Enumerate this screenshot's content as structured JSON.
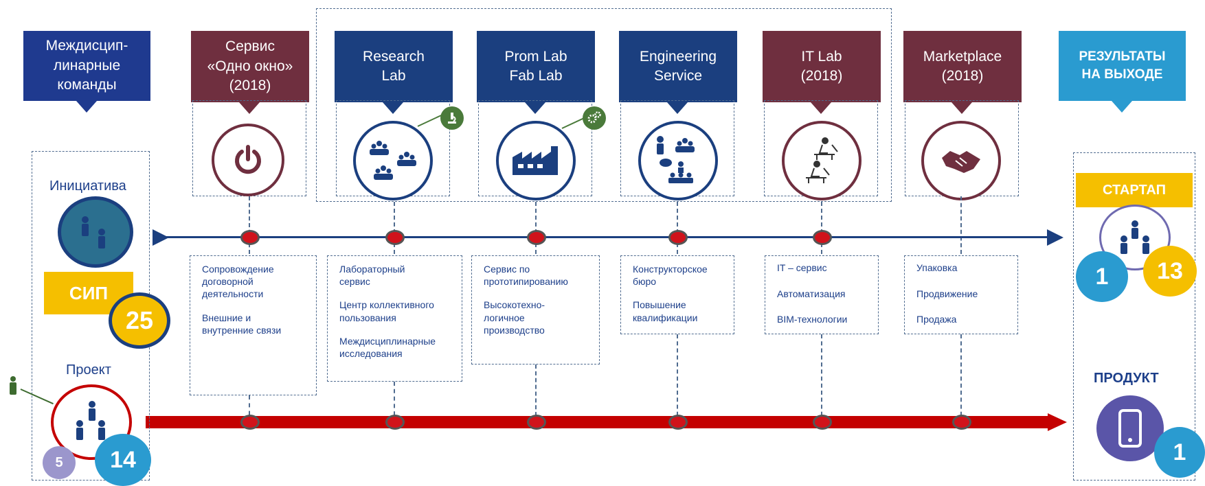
{
  "columns": {
    "left": {
      "label": "Междисцип-\nлинарные\nкоманды"
    },
    "right": {
      "label": "РЕЗУЛЬТАТЫ\nНА ВЫХОДЕ"
    }
  },
  "headers": [
    {
      "label": "Сервис\n«Одно окно»\n(2018)"
    },
    {
      "label": "Research\nLab"
    },
    {
      "label": "Prom Lab\nFab Lab"
    },
    {
      "label": "Engineering\nService"
    },
    {
      "label": "IT Lab\n(2018)"
    },
    {
      "label": "Marketplace\n(2018)"
    }
  ],
  "services": [
    {
      "items": [
        "Сопровождение\nдоговорной\nдеятельности",
        "Внешние и\nвнутренние связи"
      ]
    },
    {
      "items": [
        "Лабораторный\nсервис",
        "Центр коллективного\nпользования",
        "Междисциплинарные\nисследования"
      ]
    },
    {
      "items": [
        "Сервис по\nпрототипированию",
        "Высокотехно-\nлогичное\nпроизводство"
      ]
    },
    {
      "items": [
        "Конструкторское\nбюро",
        "Повышение\nквалификации"
      ]
    },
    {
      "items": [
        "IT – сервис",
        "Автоматизация",
        "BIM-технологии"
      ]
    },
    {
      "items": [
        "Упаковка",
        "Продвижение",
        "Продажа"
      ]
    }
  ],
  "left_panel": {
    "initiative_label": "Инициатива",
    "sip_label": "СИП",
    "sip_count": "25",
    "project_label": "Проект",
    "project_count_small": "5",
    "project_count_big": "14"
  },
  "right_panel": {
    "startup_label": "СТАРТАП",
    "startup_count_a": "1",
    "startup_count_b": "13",
    "product_label": "ПРОДУКТ",
    "product_count": "1"
  },
  "icons": [
    "power-icon",
    "teams-icon",
    "factory-icon",
    "meeting-icon",
    "computer-workers-icon",
    "handshake-icon",
    "microscope-icon",
    "gears-icon",
    "smartphone-icon",
    "person-icon"
  ],
  "colors": {
    "navy": "#1b3f7f",
    "maroon": "#6f2f3f",
    "teal": "#2a9bd0",
    "yellow": "#f5bf00",
    "red_line": "#c40000",
    "blue_line": "#1b3f7f"
  }
}
